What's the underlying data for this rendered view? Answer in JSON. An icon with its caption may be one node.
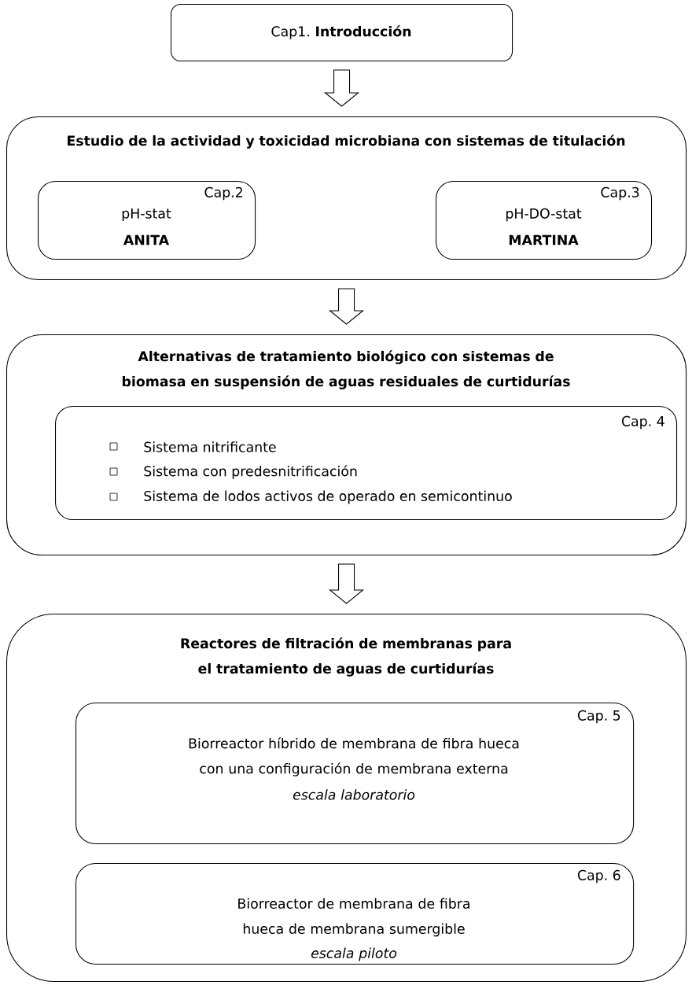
{
  "diagram": {
    "nodes": [
      {
        "text": [
          "Cap1. **Introducción**"
        ]
      },
      {
        "text": [
          "Estudio de la actividad y toxicidad microbiana con sistemas de titulación"
        ]
      },
      {
        "text": [
          "Cap.2",
          "pH-stat",
          "ANITA"
        ],
        "in": 1
      },
      {
        "text": [
          "Cap.3",
          "pH-DO-stat",
          "MARTINA"
        ],
        "in": 1
      },
      {
        "text": [
          "Alternativas de tratamiento biológico con sistemas de biomasa en suspensión de aguas residuales de curtidurías"
        ]
      },
      {
        "text": [
          "Cap. 4",
          "Sistema nitrificante",
          "Sistema con predesnitrificación",
          "Sistema de lodos activos de operado en semicontinuo"
        ],
        "in": 4
      },
      {
        "text": [
          "Reactores de filtración de membranas para el tratamiento de aguas de curtidurías"
        ]
      },
      {
        "text": [
          "Cap. 5",
          "Biorreactor híbrido de membrana de fibra hueca con una configuración de membrana externa",
          "escala laboratorio"
        ],
        "in": 6
      },
      {
        "text": [
          "Cap. 6",
          "Biorreactor de membrana de fibra hueca de membrana sumergible",
          "escala piloto"
        ],
        "in": 6
      }
    ],
    "edges": [
      {
        "from": 0,
        "to": 1,
        "arrow": "to"
      },
      {
        "from": 1,
        "to": 4,
        "arrow": "to"
      },
      {
        "from": 4,
        "to": 6,
        "arrow": "to"
      }
    ]
  }
}
